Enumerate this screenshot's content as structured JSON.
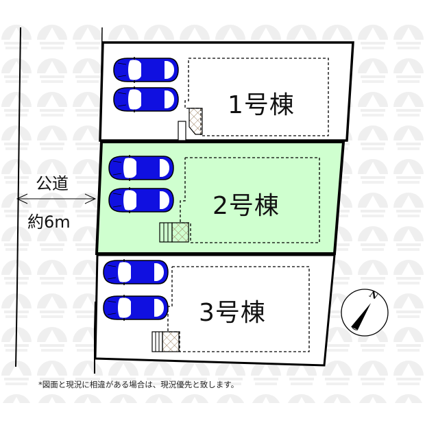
{
  "road": {
    "name": "公道",
    "width": "約6m"
  },
  "lots": [
    {
      "id": 1,
      "label": "1号棟",
      "fill": "#ffffff",
      "highlighted": false,
      "parking_spaces": 2
    },
    {
      "id": 2,
      "label": "2号棟",
      "fill": "#cfffcf",
      "highlighted": true,
      "parking_spaces": 2
    },
    {
      "id": 3,
      "label": "3号棟",
      "fill": "#ffffff",
      "highlighted": false,
      "parking_spaces": 2
    }
  ],
  "compass": {
    "label": "N"
  },
  "note": "*図面と現況に相違がある場合は、現況優先と致します。",
  "colors": {
    "car_body": "#1010e0",
    "highlight_lot": "#cfffcf",
    "boundary": "#000000",
    "watermark": "#eeeeee"
  }
}
